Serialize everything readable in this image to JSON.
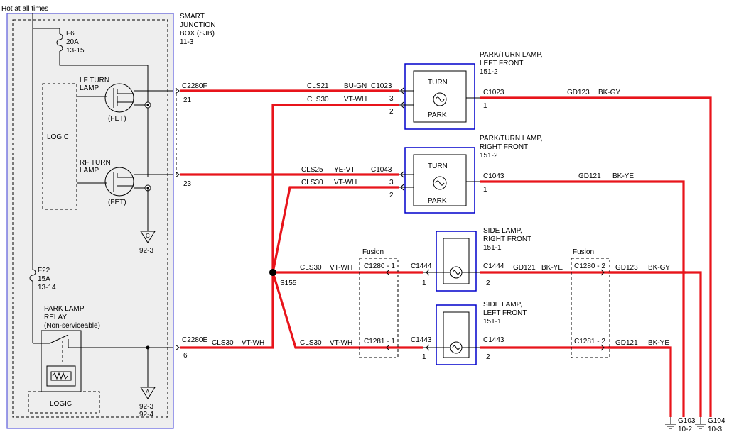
{
  "sjb": {
    "title_lines": [
      "SMART",
      "JUNCTION",
      "BOX (SJB)",
      "11-3"
    ],
    "hot_label": "Hot at all times",
    "f6": [
      "F6",
      "20A",
      "13-15"
    ],
    "f22": [
      "F22",
      "15A",
      "13-14"
    ],
    "lf_turn": [
      "LF TURN",
      "LAMP"
    ],
    "rf_turn": [
      "RF TURN",
      "LAMP"
    ],
    "fet": "(FET)",
    "logic": "LOGIC",
    "relay": [
      "PARK LAMP",
      "RELAY",
      "(Non-serviceable)"
    ],
    "ground_c": [
      "C",
      "92-3"
    ],
    "ground_a": [
      "A",
      "92-3",
      "92-4"
    ]
  },
  "connectors": {
    "c2280f": "C2280F",
    "pin21": "21",
    "pin23": "23",
    "c2280e": "C2280E",
    "pin6": "6",
    "s155": "S155"
  },
  "wires": {
    "w1": [
      "CLS21",
      "BU-GN",
      "C1023"
    ],
    "w2": [
      "CLS30",
      "VT-WH"
    ],
    "w3": [
      "CLS25",
      "YE-VT",
      "C1043"
    ],
    "w4": [
      "CLS30",
      "VT-WH"
    ],
    "w5": [
      "CLS30",
      "VT-WH"
    ],
    "w6": [
      "CLS30",
      "VT-WH"
    ],
    "w7": [
      "CLS30",
      "VT-WH"
    ],
    "g1": [
      "C1023",
      "GD123",
      "BK-GY"
    ],
    "g2": [
      "C1043",
      "GD121",
      "BK-YE"
    ]
  },
  "components": {
    "lf_park_turn": [
      "PARK/TURN LAMP,",
      "LEFT FRONT",
      "151-2"
    ],
    "rf_park_turn": [
      "PARK/TURN LAMP,",
      "RIGHT FRONT",
      "151-2"
    ],
    "rf_side": [
      "SIDE LAMP,",
      "RIGHT FRONT",
      "151-1"
    ],
    "lf_side": [
      "SIDE LAMP,",
      "LEFT FRONT",
      "151-1"
    ],
    "turn": "TURN",
    "park": "PARK",
    "pins": [
      "3",
      "2",
      "1"
    ]
  },
  "fusion": {
    "label": "Fusion",
    "c1280_1": "C1280 - 1",
    "c1281_1": "C1281 - 1",
    "c1280_2": "C1280 - 2",
    "c1281_2": "C1281 - 2",
    "c1444": "C1444",
    "c1443": "C1443",
    "gd121": "GD121",
    "bkye": "BK-YE",
    "gd123": "GD123",
    "bkgy": "BK-GY",
    "p1": "1",
    "p2": "2"
  },
  "grounds": {
    "g103": [
      "G103",
      "10-2"
    ],
    "g104": [
      "G104",
      "10-3"
    ]
  }
}
